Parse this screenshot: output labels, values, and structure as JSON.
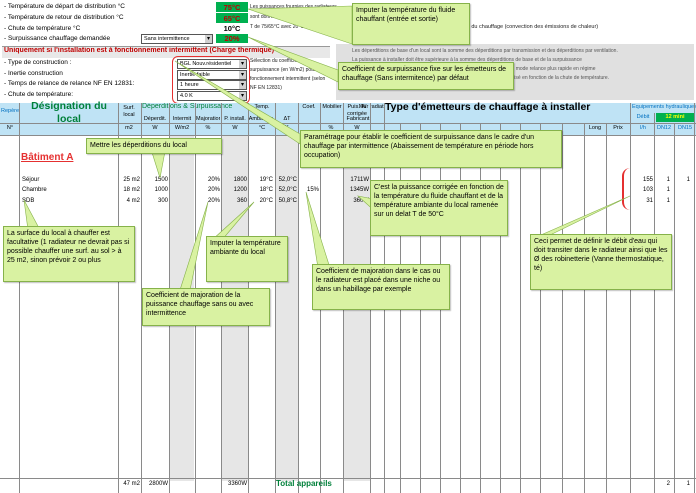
{
  "params": [
    {
      "label": "- Température de départ de distribution °C",
      "value": "75°C"
    },
    {
      "label": "- Température de retour de distribution °C",
      "value": "65°C"
    },
    {
      "label": "- Chute de température °C",
      "value": "10°C"
    },
    {
      "label": "- Surpuissance chauffage demandée",
      "value": "20%"
    }
  ],
  "surpuissance_select": "Sans intermittence",
  "aux_texts": {
    "line1": "Les puissances fournies des radiateurs",
    "line2": "sont données pour",
    "line3": "T de 75/65°C avec 20°C (ΔT 50 K)",
    "right3": "r du chauffage (convection des émissions de chaleur)"
  },
  "intermittent_title": "Uniquement si l'installation est à fonctionnement intermittent (Charge thermique)",
  "intermittent_params": [
    {
      "label": "- Type de construction :",
      "value": "BGL Nouv.résidentiel"
    },
    {
      "label": "- Inertie construction",
      "value": "Inertie faible"
    },
    {
      "label": "- Temps de relance de relance NF EN 12831:",
      "value": "1 heure"
    },
    {
      "label": "- Chute de température:",
      "value": "4.0 K"
    }
  ],
  "intermittent_side": [
    "Sélection du coefficient de",
    "surpuissance (en W/m2) pour",
    "fonctionnement intermittent (selon",
    "NF EN 12831)"
  ],
  "right_gray_texts": [
    "Les déperditions de base d'un local sont la somme des déperditions par transmission et des déperditions par ventilation.",
    "La puissance à installer doit être supérieure à la somme des déperditions de base et de la surpuissance",
    "intermittent, afin de garantir le maintien de la température de consigne en mode relance plus rapide en régime",
    "de mise en température. Le calcul de la puissance des émetteurs est réalisé en fonction de la chute de température."
  ],
  "table": {
    "repere": "Repère",
    "designation": "Désignation du local",
    "surf_label": "Surf. local",
    "deperditions_group": "Déperditions & Surpuissance",
    "sub_headers": [
      "Déperdit.",
      "Intermit",
      "Majoration",
      "P. install."
    ],
    "temp_label": "Temp.",
    "ambiance": "Ambiance",
    "delta_t": "ΔT",
    "coef": "Coef.",
    "mobilier": "Mobilier",
    "puissance": "Puis. W",
    "puissance2": "corrigée",
    "mur_radiat": "Mur radiat.",
    "fabricant": "Fabricant",
    "emetteurs_title": "Type d'émetteurs de chauffage à installer",
    "long": "Long",
    "prix": "Prix",
    "equipements": "Equipements hydrauliques",
    "debit": "Débit",
    "debit_unit": "l/h",
    "dn_label": "12 mini",
    "dn12": "DN12",
    "dn15": "DN15",
    "units": [
      "N°",
      "m2",
      "W",
      "W/m2",
      "%",
      "W",
      "°C",
      "K",
      "",
      "%",
      "W"
    ],
    "building": "Bâtiment A",
    "rows": [
      {
        "name": "Séjour",
        "surf": "25 m2",
        "deperd": "1500",
        "major": "20%",
        "pinst": "1800",
        "temp": "19°C",
        "dt": "52,0°C",
        "puis": "1711W",
        "debit": "155",
        "dn12": "1",
        "dn15": "1"
      },
      {
        "name": "Chambre",
        "surf": "18 m2",
        "deperd": "1000",
        "major": "20%",
        "pinst": "1200",
        "temp": "18°C",
        "dt": "52,0°C",
        "mob": "15%",
        "puis": "1345W",
        "debit": "103",
        "dn12": "1",
        "dn15": ""
      },
      {
        "name": "SDB",
        "surf": "4 m2",
        "deperd": "300",
        "major": "20%",
        "pinst": "360",
        "temp": "20°C",
        "dt": "50,8°C",
        "puis": "360W",
        "debit": "31",
        "dn12": "1",
        "dn15": ""
      }
    ],
    "totals": {
      "surf": "47 m2",
      "deperd": "2800W",
      "pinst": "3360W",
      "label": "Total appareils",
      "dn12": "2",
      "dn15": "1"
    }
  },
  "notes": {
    "temp_fluide": "Imputer la température du fluide chauffant (entrée et sortie)",
    "coef_surp": "Coefficient de surpuissance fixe sur les émetteurs de chauffage (Sans intermitence) par défaut",
    "parametrage": "Paramétrage pour établir le coefficient de surpuissance dans le cadre d'un chauffage par intermittence (Abaissement de température en période hors occupation)",
    "deperditions": "Mettre les déperditions du local",
    "puissance_corrigee": "C'est la puissance corrigée en fonction de la température du fluide chauffant et de la température ambiante du local ramenée sur un delat T de 50°C",
    "surface": "La surface du local à chauffer est facultative (1 radiateur ne devrait pas si possible chauffer une surf. au sol > à 25 m2, sinon prévoir 2 ou plus",
    "temp_ambiante": "Imputer la température ambiante du local",
    "coef_majoration_mob": "Coefficient de majoration dans le cas ou le radiateur est placé dans une niche ou dans un habillage par exemple",
    "debit": "Ceci permet de définir le débit d'eau qui doit transiter dans le radiateur ainsi que les Ø des robinetterie (Vanne thermostatique, té)",
    "coef_majoration_puis": "Coefficient de majoration de la puissance chauffage sans ou avec intermittence"
  },
  "colors": {
    "accent_green": "#00b050",
    "value_red": "#c00000",
    "note_bg": "#d9f2a2",
    "header_blue": "#bfe3f5",
    "pointer_red": "#e53030"
  }
}
